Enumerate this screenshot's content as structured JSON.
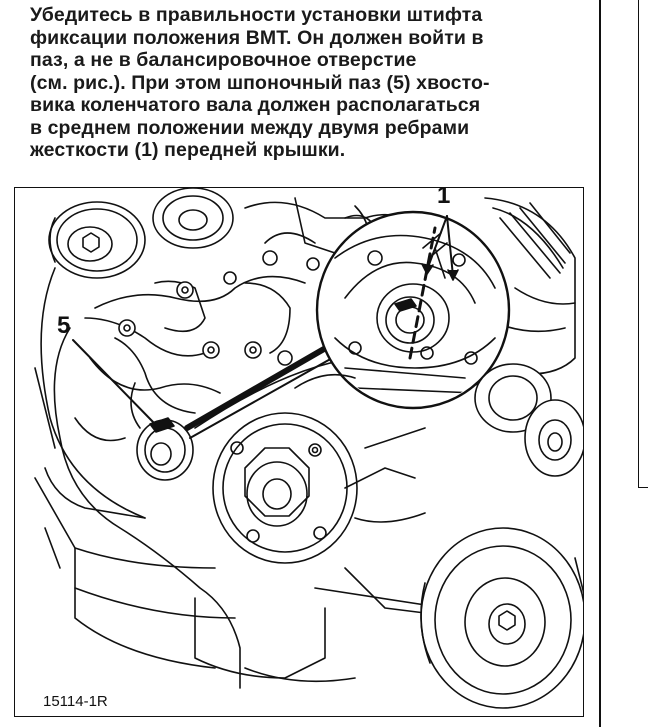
{
  "instruction": {
    "lines": [
      "Убедитесь в правильности установки штифта",
      "фиксации положения ВМТ. Он должен войти в",
      "паз, а не в балансировочное отверстие",
      "(см. рис.). При этом шпоночный паз (5) хвосто-",
      "вика коленчатого вала должен располагаться",
      "в среднем положении между двумя ребрами",
      "жесткости (1) передней крышки."
    ]
  },
  "figure": {
    "callout_5": "5",
    "callout_1": "1",
    "reference": "15114-1R"
  }
}
